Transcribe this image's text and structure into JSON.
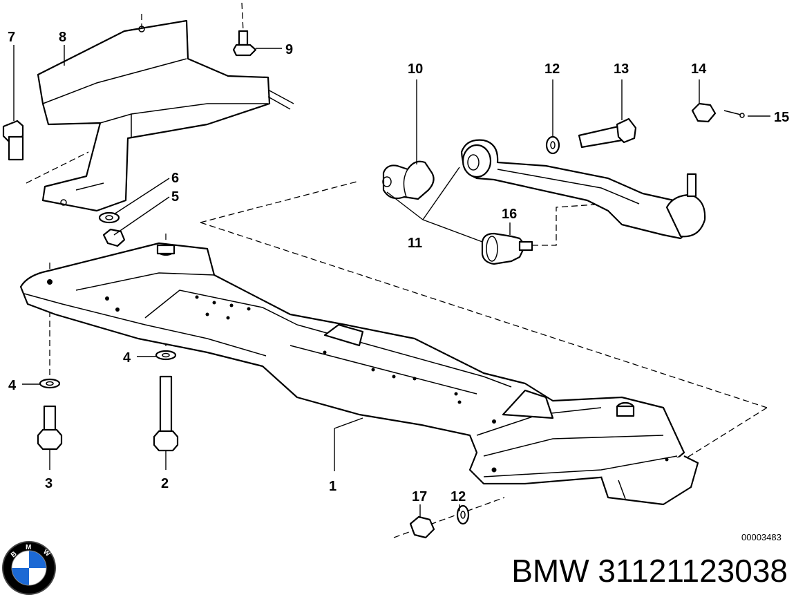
{
  "diagram": {
    "drawing_number": "00003483",
    "caption": "BMW 31121123038",
    "brand_logo_letters": [
      "B",
      "M",
      "W"
    ],
    "callouts": [
      {
        "id": "c1",
        "label": "1"
      },
      {
        "id": "c2",
        "label": "2"
      },
      {
        "id": "c3",
        "label": "3"
      },
      {
        "id": "c4a",
        "label": "4"
      },
      {
        "id": "c4b",
        "label": "4"
      },
      {
        "id": "c5",
        "label": "5"
      },
      {
        "id": "c6",
        "label": "6"
      },
      {
        "id": "c7",
        "label": "7"
      },
      {
        "id": "c8",
        "label": "8"
      },
      {
        "id": "c9",
        "label": "9"
      },
      {
        "id": "c10",
        "label": "10"
      },
      {
        "id": "c11",
        "label": "11"
      },
      {
        "id": "c12a",
        "label": "12"
      },
      {
        "id": "c12b",
        "label": "12"
      },
      {
        "id": "c13",
        "label": "13"
      },
      {
        "id": "c14",
        "label": "14"
      },
      {
        "id": "c15",
        "label": "15"
      },
      {
        "id": "c16",
        "label": "16"
      },
      {
        "id": "c17",
        "label": "17"
      }
    ],
    "colors": {
      "ink": "#000000",
      "paper": "#ffffff",
      "logo_blue": "#1c69d4"
    }
  }
}
